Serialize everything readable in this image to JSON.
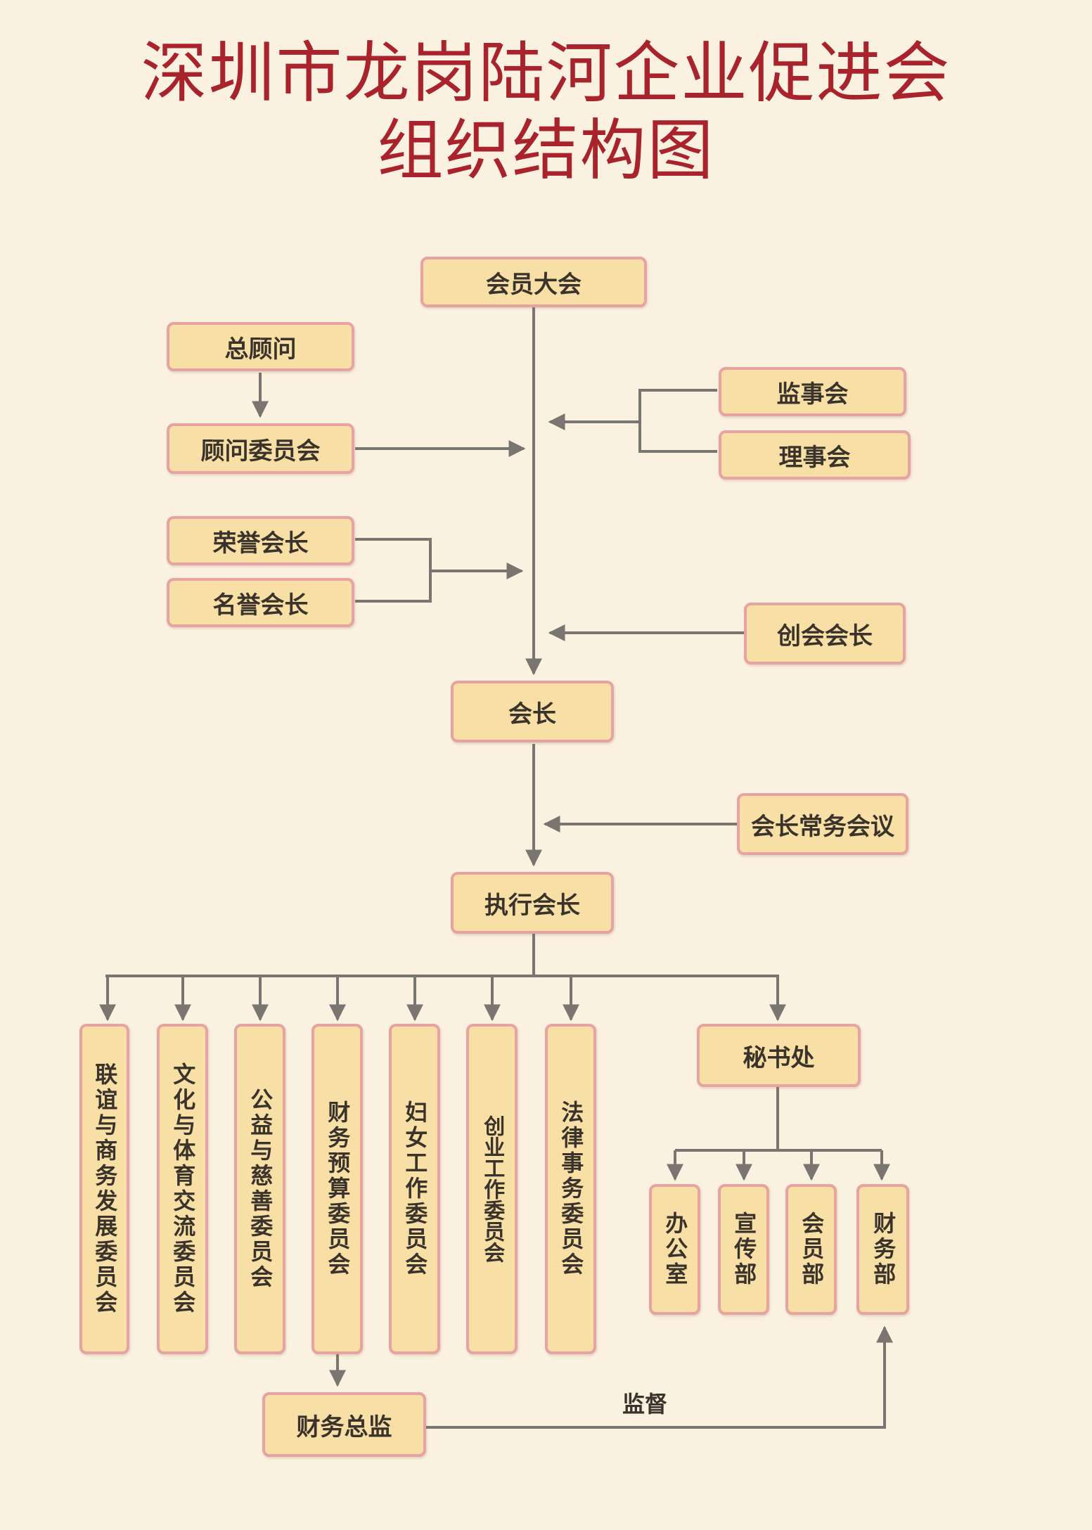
{
  "title": {
    "line1": "深圳市龙岗陆河企业促进会",
    "line2": "组织结构图"
  },
  "nodes": {
    "general_assembly": "会员大会",
    "chief_advisor": "总顾问",
    "advisory_committee": "顾问委员会",
    "supervisory_board": "监事会",
    "council": "理事会",
    "honorary_president": "荣誉会长",
    "honorary_chairman": "名誉会长",
    "founding_president": "创会会长",
    "president": "会长",
    "standing_meeting": "会长常务会议",
    "executive_president": "执行会长",
    "secretariat": "秘书处",
    "cfo": "财务总监"
  },
  "committees": [
    "联谊与商务发展委员会",
    "文化与体育交流委员会",
    "公益与慈善委员会",
    "财务预算委员会",
    "妇女工作委员会",
    "创业工作委员会",
    "法律事务委员会"
  ],
  "departments": [
    "办公室",
    "宣传部",
    "会员部",
    "财务部"
  ],
  "edge_labels": {
    "supervise": "监督"
  },
  "colors": {
    "background": "#fbf1e0",
    "box_fill": "#f7dfa6",
    "box_border": "#e5a3a1",
    "title": "#a8232b",
    "line": "#7a7570"
  }
}
